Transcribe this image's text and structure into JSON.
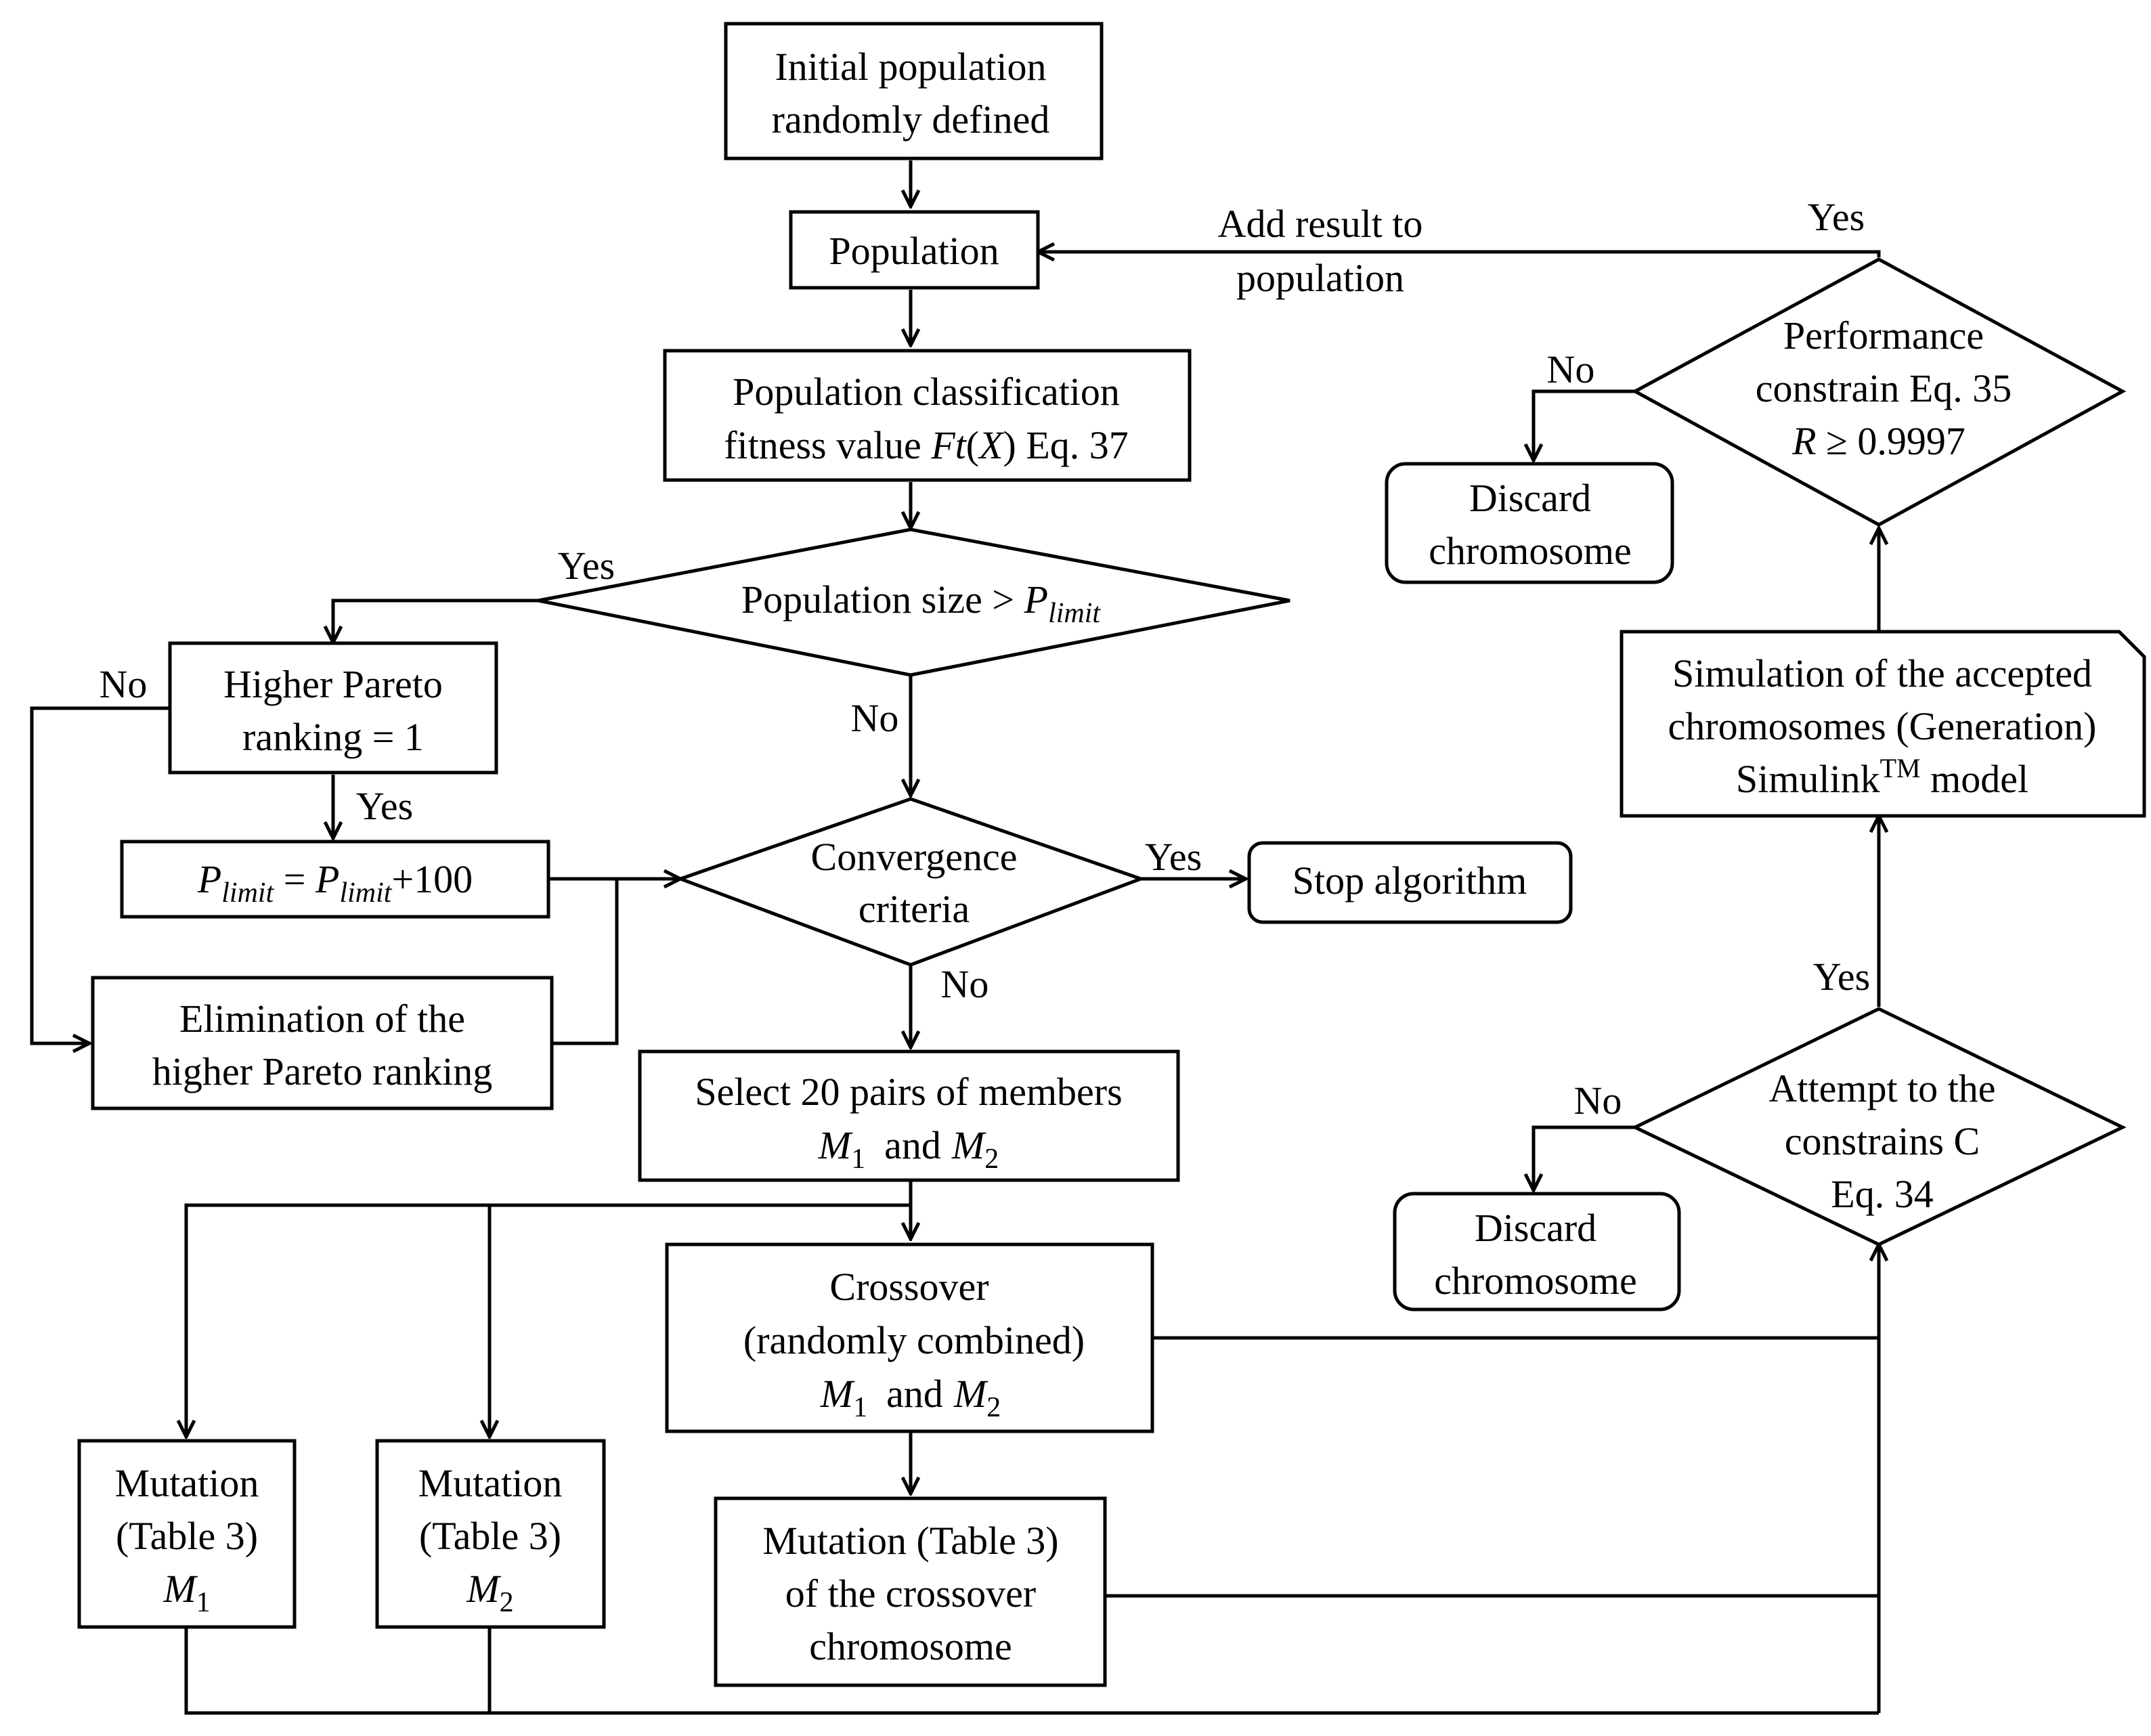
{
  "nodes": {
    "initial": [
      "Initial population",
      "randomly defined"
    ],
    "population": "Population",
    "classification": [
      "Population classification",
      "fitness value ",
      "Ft",
      "(",
      "X",
      ")",
      " Eq. 37"
    ],
    "pop_size": [
      "Population size > ",
      "P",
      "limit"
    ],
    "higher_pareto": [
      "Higher Pareto",
      "ranking = 1"
    ],
    "plimit": [
      "P",
      "limit",
      " = ",
      "P",
      "limit",
      "+100"
    ],
    "elimination": [
      "Elimination of the",
      "higher Pareto ranking"
    ],
    "convergence": [
      "Convergence",
      "criteria"
    ],
    "stop": "Stop algorithm",
    "select": [
      "Select 20 pairs of members",
      "M",
      "1",
      "and",
      "M",
      "2"
    ],
    "crossover": [
      "Crossover",
      "(randomly combined)",
      "M",
      "1",
      "and",
      "M",
      "2"
    ],
    "mut_cross": [
      "Mutation (Table 3)",
      "of the crossover",
      "chromosome"
    ],
    "mut_m1": [
      "Mutation",
      "(Table 3)",
      "M",
      "1"
    ],
    "mut_m2": [
      "Mutation",
      "(Table 3)",
      "M",
      "2"
    ],
    "attempt": [
      "Attempt to the",
      "constrains C",
      "Eq. 34"
    ],
    "discard_bottom": [
      "Discard",
      "chromosome"
    ],
    "simulation": [
      "Simulation of the accepted",
      "chromosomes (Generation)",
      "Simulink",
      "TM",
      " model"
    ],
    "performance": [
      "Performance",
      "constrain Eq. 35",
      "R",
      " ≥ 0.9997"
    ],
    "discard_top": [
      "Discard",
      "chromosome"
    ]
  },
  "edge_labels": {
    "add_result": [
      "Add result to",
      "population"
    ],
    "perf_yes": "Yes",
    "perf_no": "No",
    "size_yes": "Yes",
    "size_no": "No",
    "pareto_no": "No",
    "pareto_yes": "Yes",
    "conv_yes": "Yes",
    "conv_no": "No",
    "attempt_no": "No",
    "attempt_yes": "Yes"
  }
}
